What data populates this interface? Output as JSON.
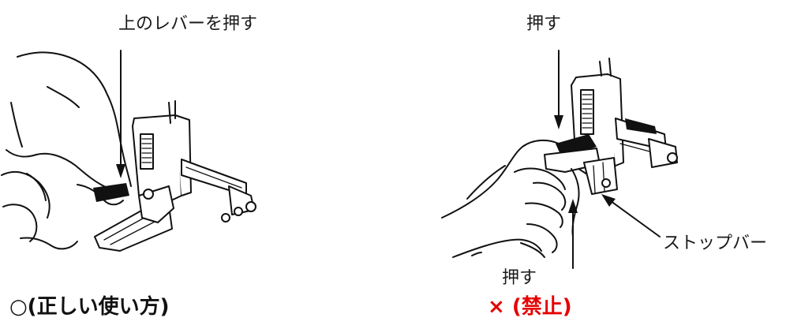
{
  "left_panel": {
    "label_top": "上のレバーを押す",
    "caption": "○(正しい使い方)"
  },
  "right_panel": {
    "label_top": "押す",
    "label_bottom": "押す",
    "label_stopper": "ストップバー",
    "caption": "× (禁止)"
  },
  "colors": {
    "ok_caption": "#111111",
    "ng_caption": "#e60000"
  }
}
